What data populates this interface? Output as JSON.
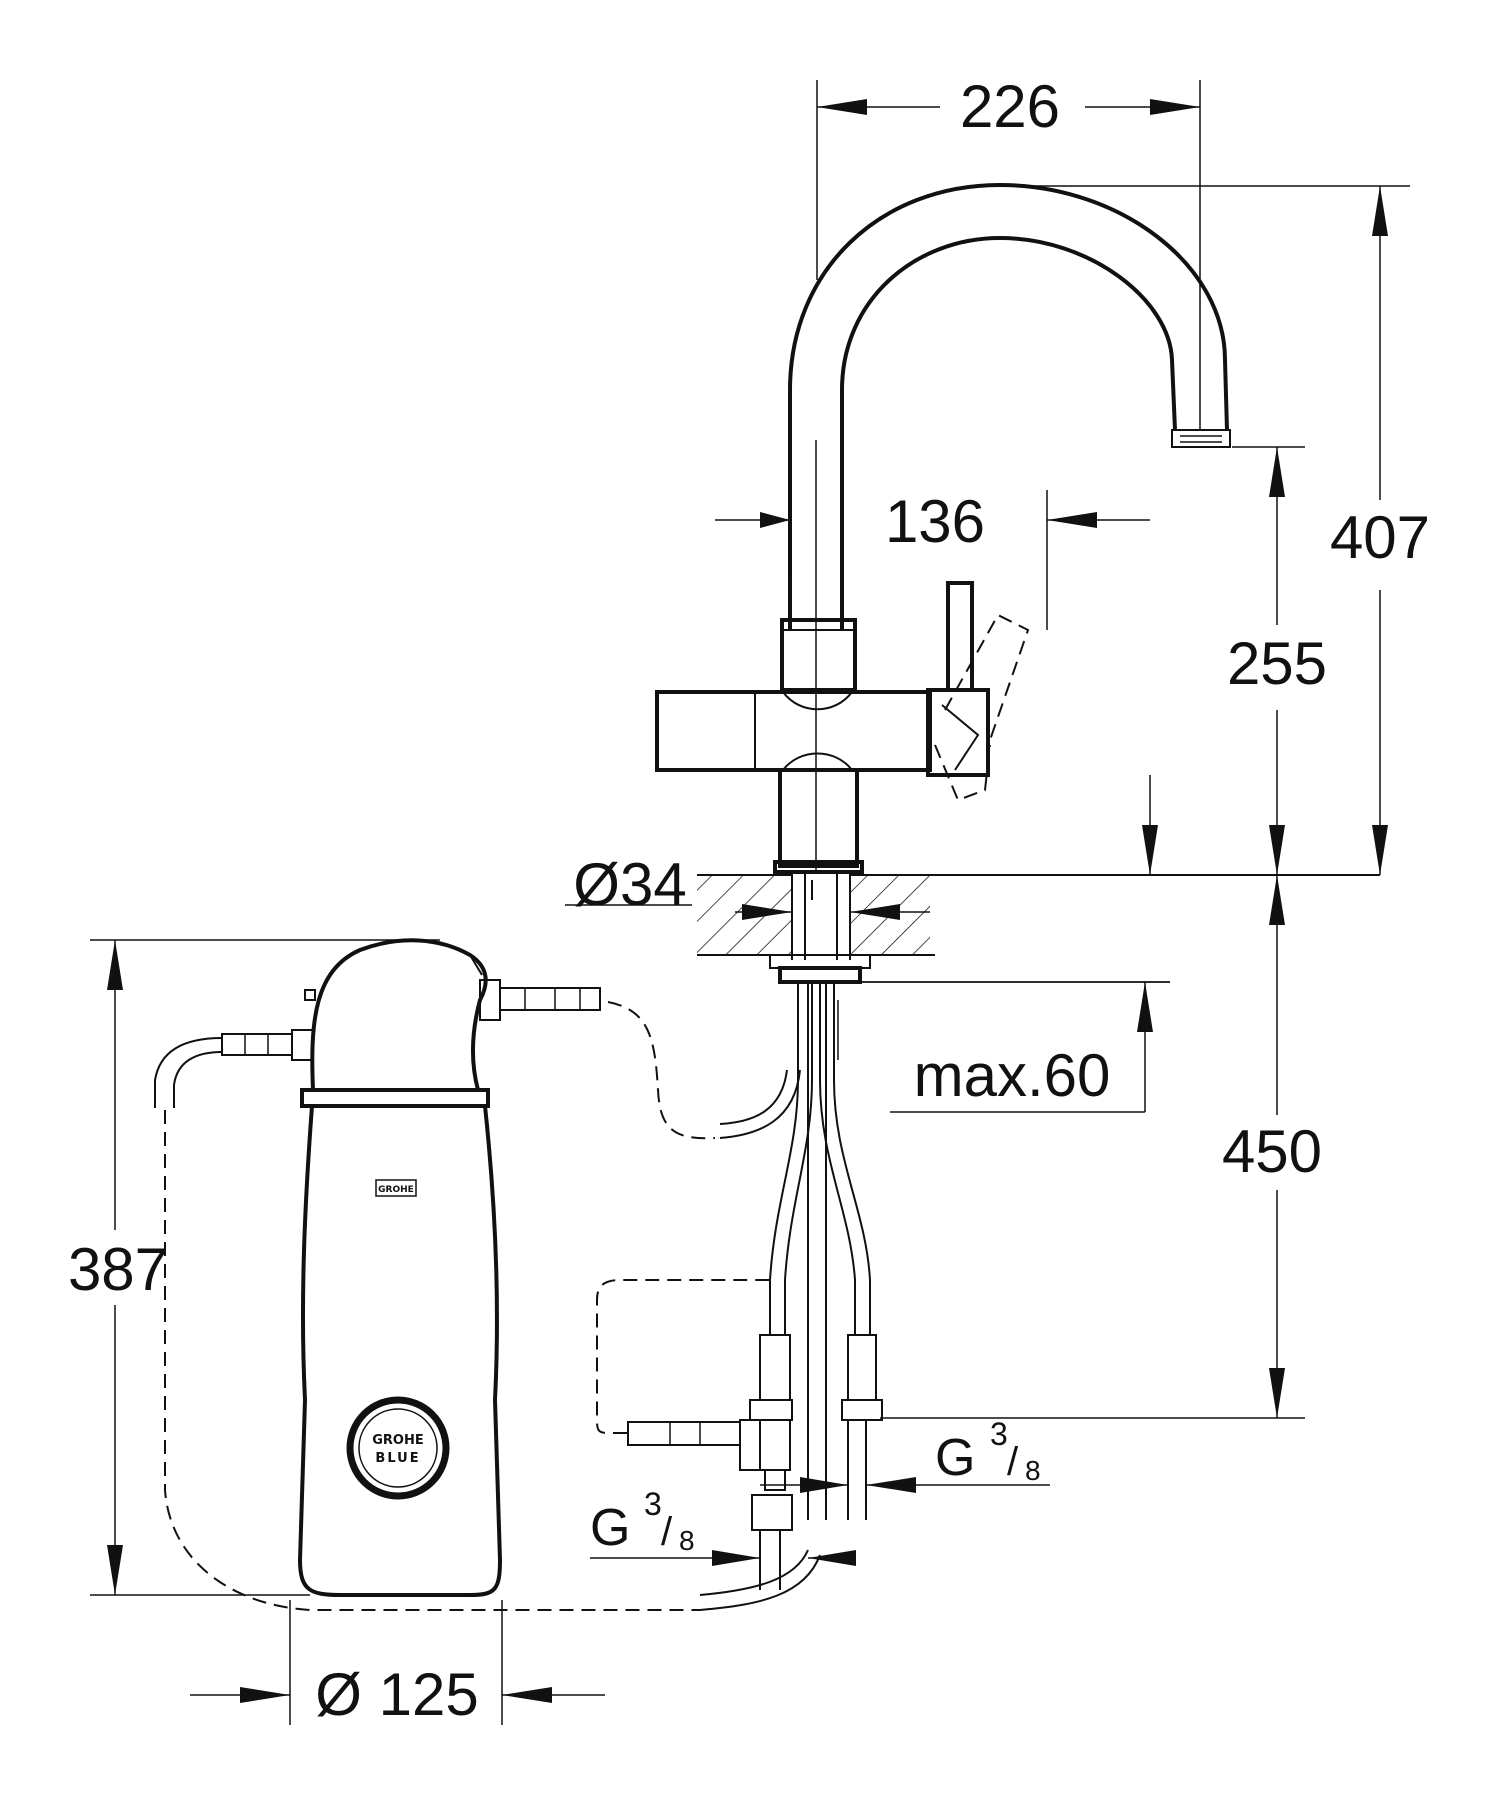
{
  "dimensions": {
    "spout_reach": "226",
    "total_height": "407",
    "lever_offset": "136",
    "spout_height": "255",
    "mount_diameter": "Ø34",
    "max_deck_thickness": "max.60",
    "hose_length": "450",
    "filter_height": "387",
    "filter_diameter": "Ø 125",
    "thread_right": {
      "base": "G",
      "num": "3",
      "den": "8"
    },
    "thread_left": {
      "base": "G",
      "num": "3",
      "den": "8"
    }
  },
  "logo": {
    "small_badge": "GROHE",
    "round_badge_line1": "GROHE",
    "round_badge_line2": "BLUE"
  },
  "colors": {
    "line": "#111111",
    "background": "#ffffff"
  }
}
